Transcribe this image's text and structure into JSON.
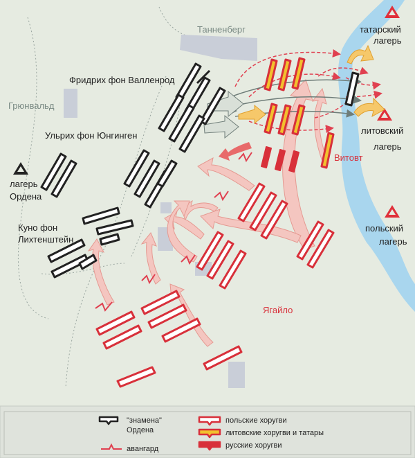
{
  "places": {
    "tannenberg": "Танненберг",
    "grunwald": "Грюнвальд",
    "tatar_camp": [
      "татарский",
      "лагерь"
    ],
    "lithuanian_camp": [
      "литовский",
      "лагерь"
    ],
    "polish_camp": [
      "польский",
      "лагерь"
    ],
    "order_camp": [
      "лагерь",
      "Ордена"
    ]
  },
  "commanders": {
    "wallenrod": "Фридрих фон Валленрод",
    "jungingen": "Ульрих фон Юнгинген",
    "lichtenstein": [
      "Куно фон",
      "Лихтенштейн"
    ],
    "vytautas": "Витовт",
    "jagiello": "Ягайло"
  },
  "legend": {
    "order_banners": [
      "\"знамена\"",
      "Ордена"
    ],
    "vanguard": "авангард",
    "polish_banners": "польские хоругви",
    "lithuanian_tatar_banners": "литовские хоругви и татары",
    "russian_banners": "русские хоругви"
  },
  "colors": {
    "background": "#e6ebe1",
    "river": "#a9d6ee",
    "village": "#c9ced8",
    "order": "#222222",
    "polish": "#d8303a",
    "lithuanian_fill": "#f2c12e",
    "tatar_arrow": "#f6c86a",
    "russian": "#d8303a",
    "polish_arrow": "#f4c6c0",
    "grey_arrow": "#7d8a86",
    "camp_triangle": "#e0303a"
  },
  "icons": {
    "camp": "triangle-icon",
    "banner": "banner-icon",
    "attack_arrow": "arrow-icon"
  }
}
